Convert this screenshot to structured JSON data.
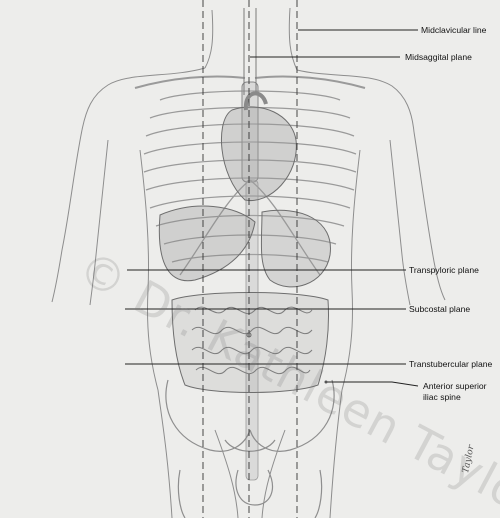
{
  "labels": {
    "midclavicular": "Midclavicular line",
    "midsaggital": "Midsaggital plane",
    "transpyloric": "Transpyloric plane",
    "subcostal": "Subcostal plane",
    "transtubercular": "Transtubercular plane",
    "asis_line1": "Anterior superior",
    "asis_line2": "iliac spine"
  },
  "watermark": "© Dr. Kathleen Taylor",
  "signature": "Taylor"
}
